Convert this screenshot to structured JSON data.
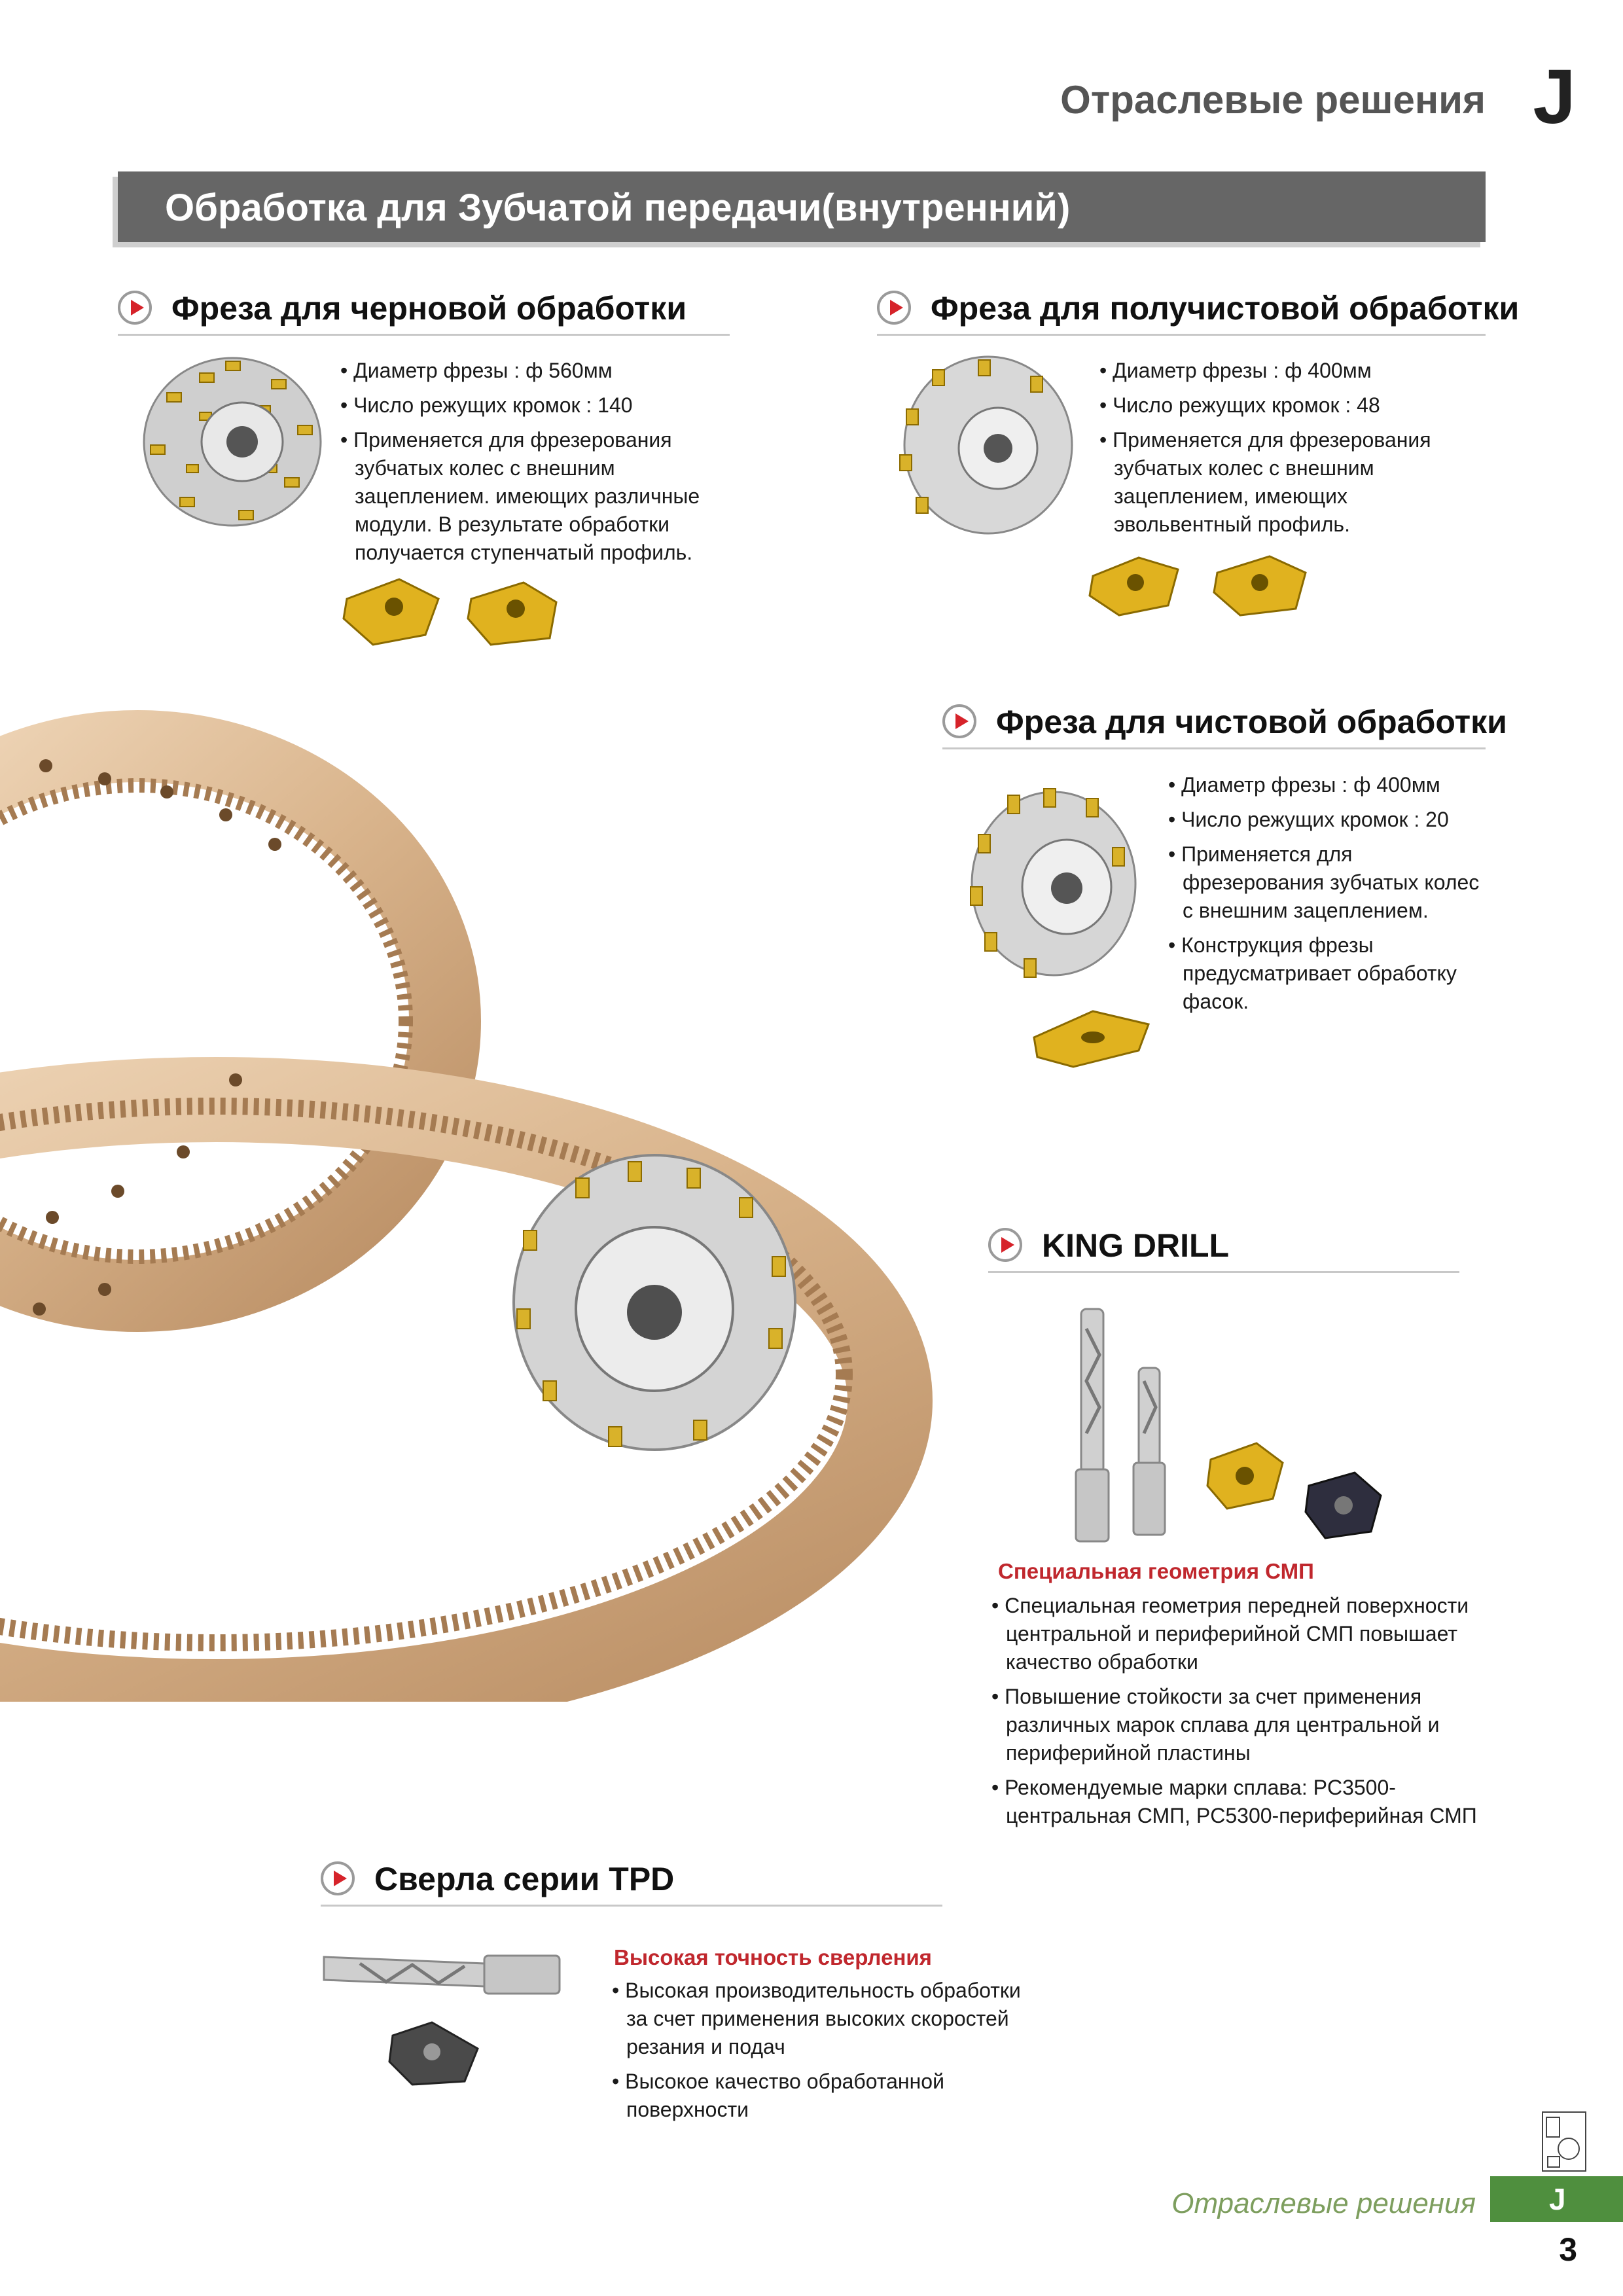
{
  "header": {
    "title": "Отраслевые решения",
    "letter": "J"
  },
  "banner": "Обработка для Зубчатой передачи(внутренний)",
  "sections": {
    "rough": {
      "title": "Фреза для черновой обработки",
      "bullets": [
        "Диаметр фрезы : ф 560мм",
        "Число режущих кромок  : 140",
        "Применяется для фрезерования зубчатых колес с внешним зацеплением.  имеющих различные модули. В результате обработки получается ступенчатый профиль."
      ]
    },
    "semi": {
      "title": "Фреза для получистовой обработки",
      "bullets": [
        "Диаметр фрезы : ф 400мм",
        "Число режущих кромок  : 48",
        "Применяется для фрезерования зубчатых колес  с внешним зацеплением, имеющих эвольвентный профиль."
      ]
    },
    "finish": {
      "title": "Фреза для чистовой обработки",
      "bullets": [
        "Диаметр фрезы : ф 400мм",
        "Число режущих кромок  : 20",
        "Применяется для фрезерования зубчатых колес с внешним зацеплением.",
        "Конструкция фрезы предусматривает обработку фасок."
      ]
    },
    "king": {
      "title": "KING DRILL",
      "subheading": "Специальная геометрия СМП",
      "bullets": [
        "Специальная геометрия передней поверхности центральной и периферийной СМП повышает качество обработки",
        "Повышение стойкости за счет применения различных марок сплава для центральной и периферийной пластины",
        "Рекомендуемые марки сплава: PC3500-центральная СМП, PC5300-периферийная СМП"
      ]
    },
    "tpd": {
      "title": "Сверла серии TPD",
      "subheading": "Высокая точность сверления",
      "bullets": [
        "Высокая производительность обработки за счет применения высоких скоростей резания и подач",
        "Высокое качество обработанной поверхности"
      ]
    }
  },
  "footer": {
    "title": "Отраслевые решения",
    "tab": "J",
    "page": "3"
  }
}
